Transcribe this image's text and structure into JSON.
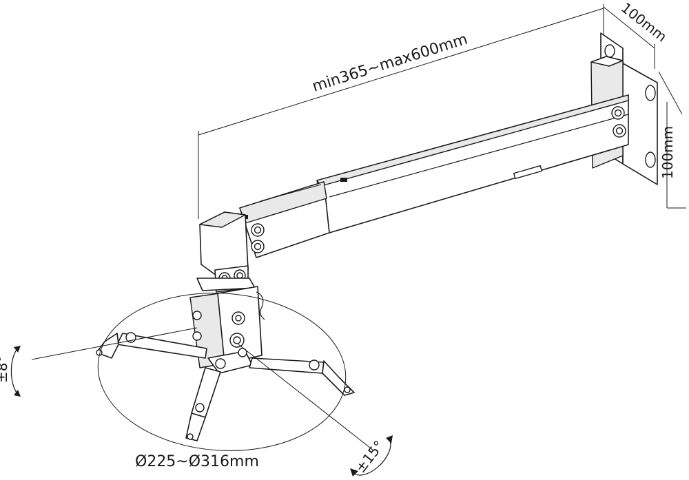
{
  "dimensions": {
    "arm_length": "min365~max600mm",
    "bracket_width": "100mm",
    "bracket_height": "100mm",
    "mount_diameter": "Ø225~Ø316mm",
    "tilt": "±8°",
    "swivel": "±15°"
  },
  "colors": {
    "line": "#1a1a1a",
    "background": "#ffffff",
    "shade": "#e9e9e9"
  }
}
